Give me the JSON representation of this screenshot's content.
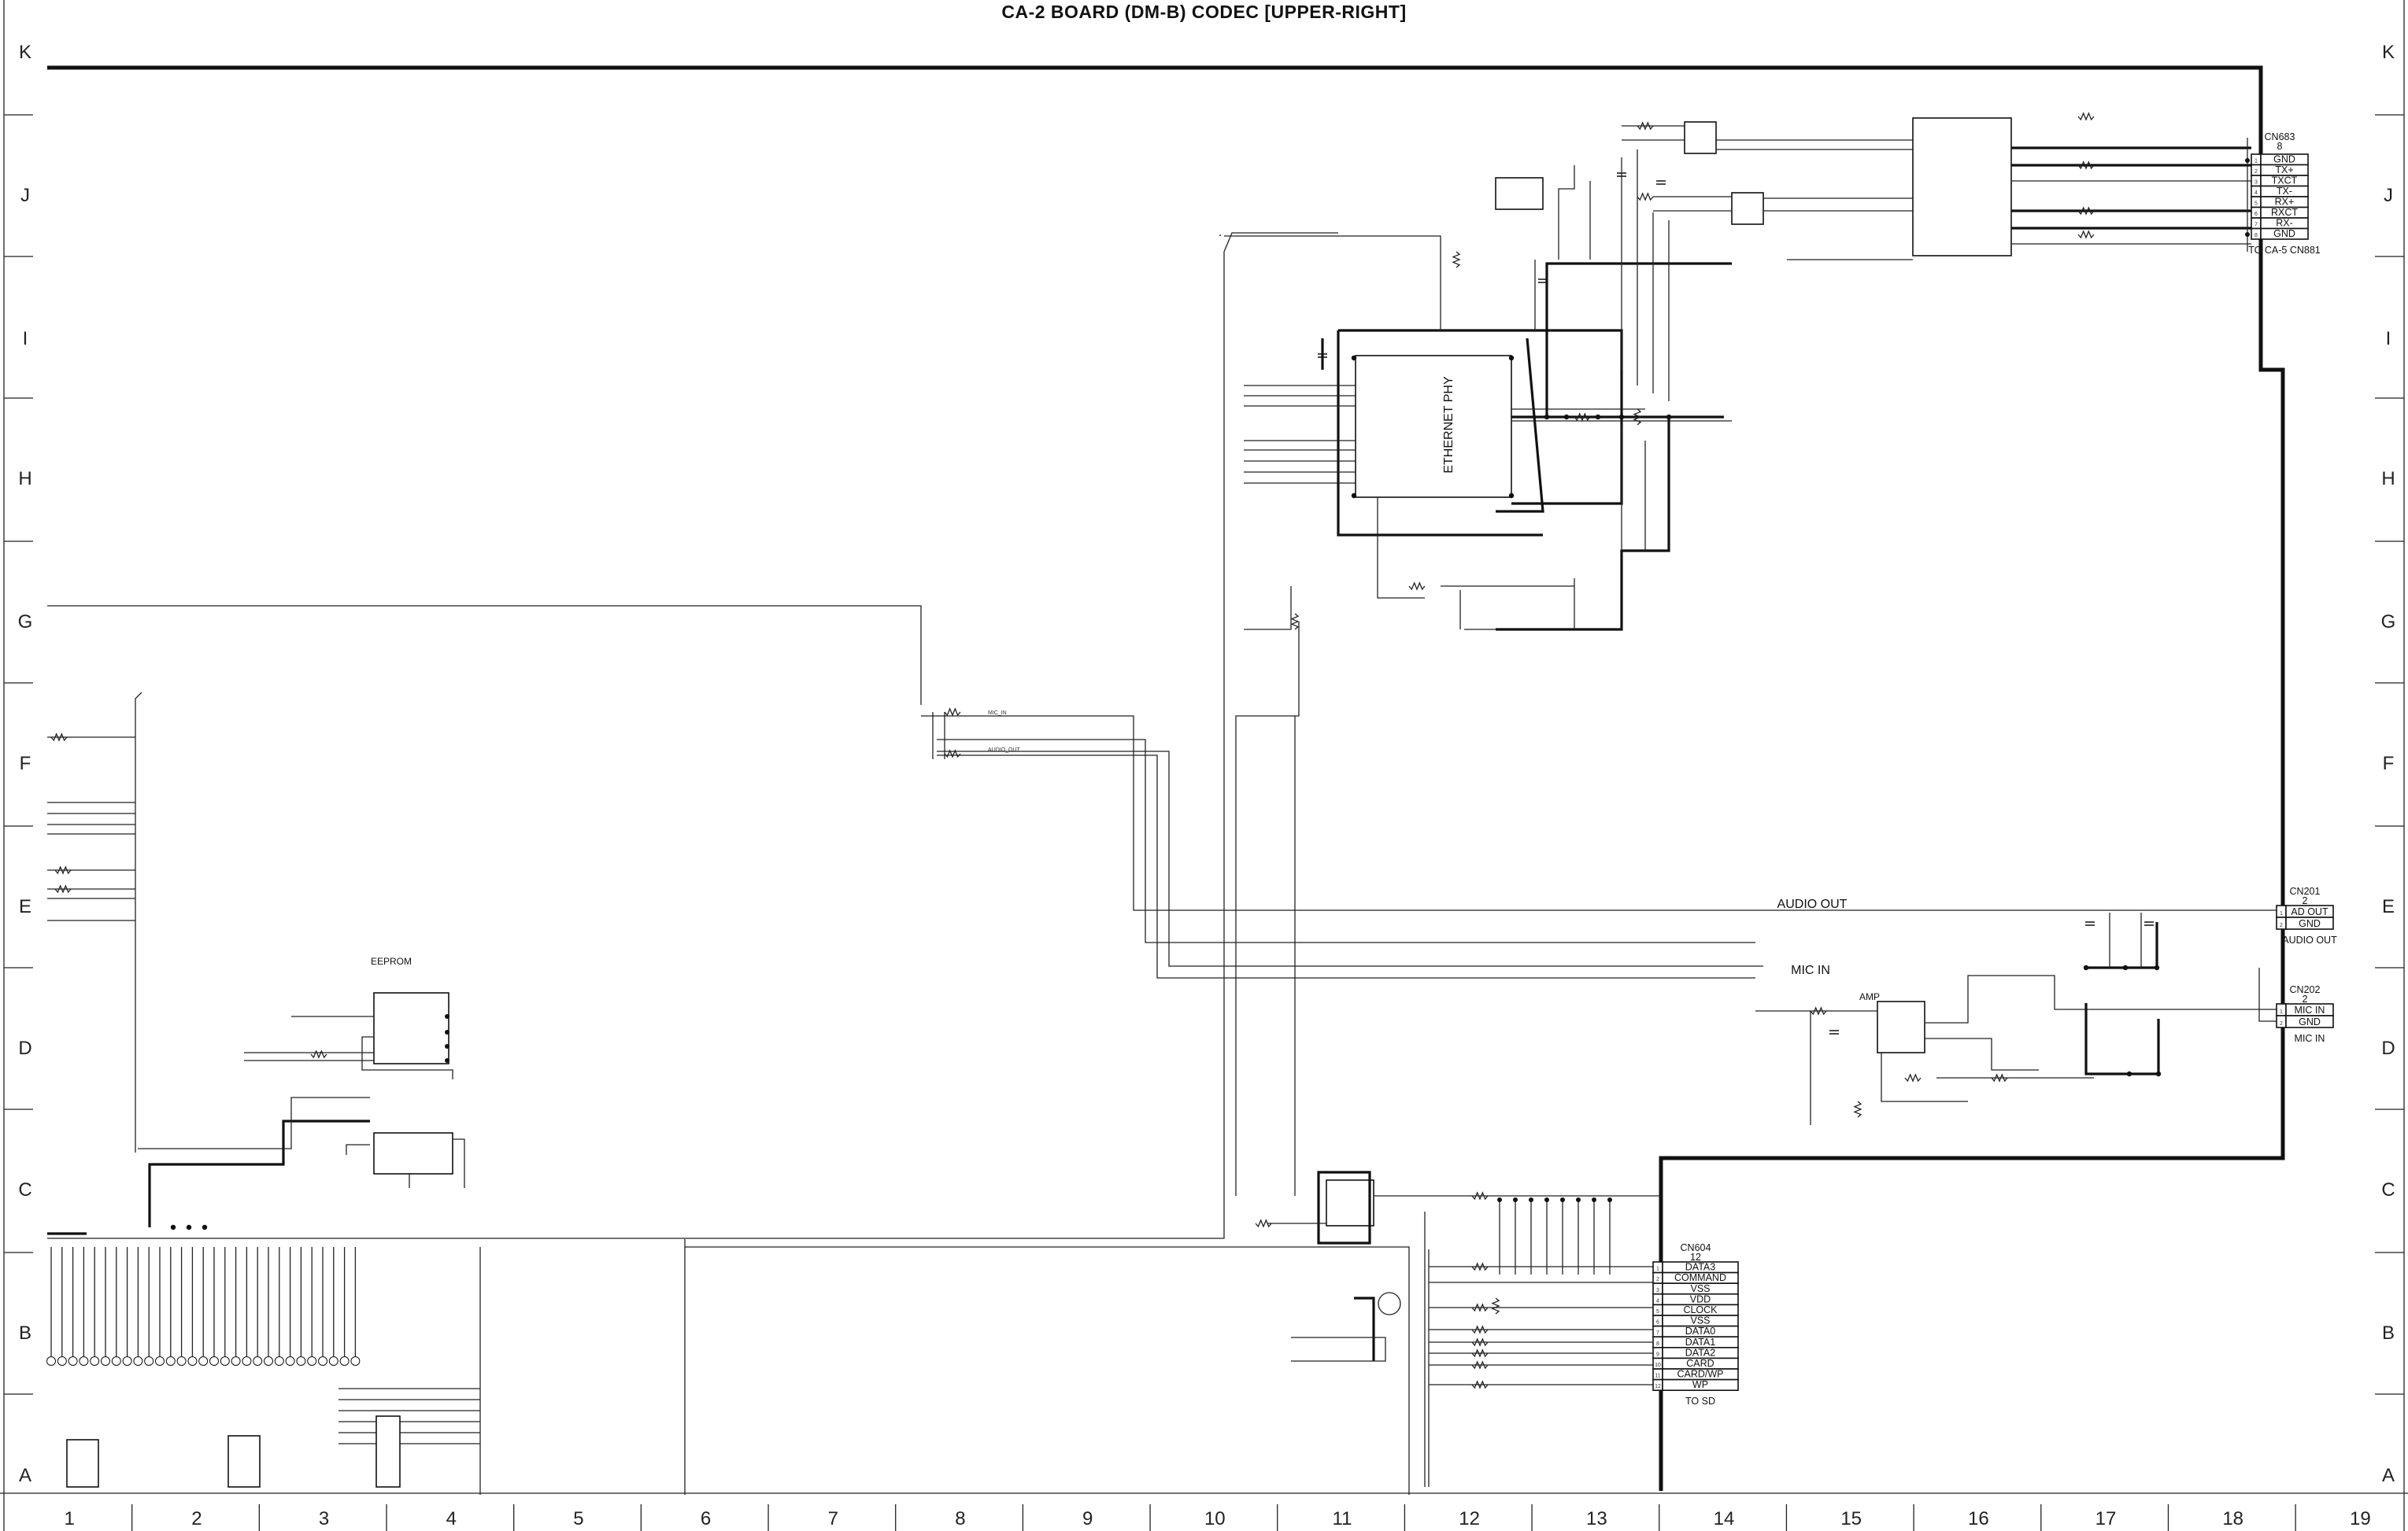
{
  "title": "CA-2 BOARD (DM-B)  CODEC  [UPPER-RIGHT]",
  "grid": {
    "rows": [
      "K",
      "J",
      "I",
      "H",
      "G",
      "F",
      "E",
      "D",
      "C",
      "B",
      "A"
    ],
    "columns": [
      "1",
      "2",
      "3",
      "4",
      "5",
      "6",
      "7",
      "8",
      "9",
      "10",
      "11",
      "12",
      "13",
      "14",
      "15",
      "16",
      "17",
      "18",
      "19"
    ]
  },
  "blocks": {
    "eeprom": "EEPROM",
    "ethernet_phy": "ETHERNET PHY",
    "amp": "AMP"
  },
  "signals": {
    "audio_out": "AUDIO OUT",
    "mic_in": "MIC IN",
    "audio_out_net": "AUDIO_OUT",
    "mic_in_net": "MIC_IN"
  },
  "connectors": {
    "cn683": {
      "ref": "CN683",
      "pins": "8",
      "signals": [
        "GND",
        "TX+",
        "TXCT",
        "TX-",
        "RX+",
        "RXCT",
        "RX-",
        "GND"
      ],
      "dest": "TO CA-5  CN881"
    },
    "cn201": {
      "ref": "CN201",
      "pins": "2",
      "signals": [
        "AD OUT",
        "GND"
      ],
      "dest": "AUDIO OUT"
    },
    "cn202": {
      "ref": "CN202",
      "pins": "2",
      "signals": [
        "MIC IN",
        "GND"
      ],
      "dest": "MIC IN"
    },
    "cn604": {
      "ref": "CN604",
      "pins": "12",
      "signals": [
        "DATA3",
        "COMMAND",
        "VSS",
        "VDD",
        "CLOCK",
        "VSS",
        "DATA0",
        "DATA1",
        "DATA2",
        "CARD",
        "CARD/WP",
        "WP"
      ],
      "dest": "TO SD"
    }
  }
}
